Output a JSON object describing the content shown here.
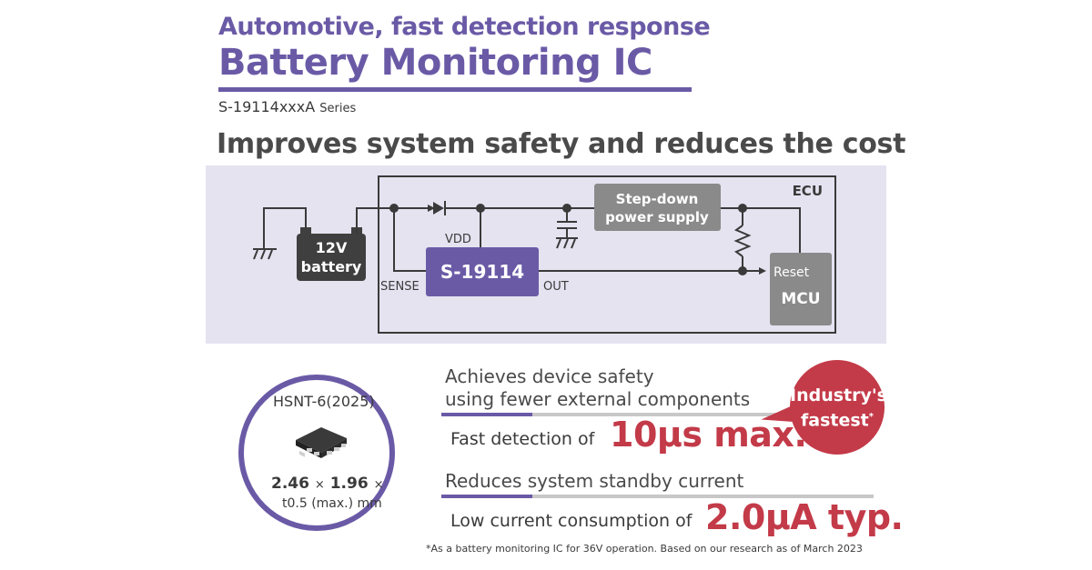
{
  "header": {
    "subtitle": "Automotive, fast detection response",
    "title": "Battery Monitoring IC",
    "series_part": "S-19114xxxA",
    "series_suffix": "Series"
  },
  "headline": "Improves system safety and reduces the cost",
  "circuit": {
    "ecu_label": "ECU",
    "battery_line1": "12V",
    "battery_line2": "battery",
    "ic_label": "S-19114",
    "vdd_label": "VDD",
    "sense_label": "SENSE",
    "out_label": "OUT",
    "psu_line1": "Step-down",
    "psu_line2": "power supply",
    "reset_label": "Reset",
    "mcu_label": "MCU"
  },
  "package": {
    "name": "HSNT-6(2025)",
    "dim_a": "2.46",
    "dim_b": "1.96",
    "times": "×",
    "thickness": "t0.5 (max.) mm"
  },
  "benefits": [
    {
      "heading_line1": "Achieves device safety",
      "heading_line2": "using fewer external components",
      "detail": "Fast detection of",
      "value": "10µs max."
    },
    {
      "heading_line1": "Reduces system standby current",
      "detail": "Low current consumption of",
      "value": "2.0µA typ."
    }
  ],
  "badge": {
    "line1": "Industry's",
    "line2": "fastest",
    "mark": "*"
  },
  "footnote": "*As a battery monitoring IC for 36V operation. Based on our research as of March 2023",
  "colors": {
    "brand_purple": "#6a5aa6",
    "accent_red": "#c33a48",
    "diagram_bg": "#e5e3f0",
    "dark_box": "#3f3f3f",
    "grey_box": "#8a8a8a"
  }
}
